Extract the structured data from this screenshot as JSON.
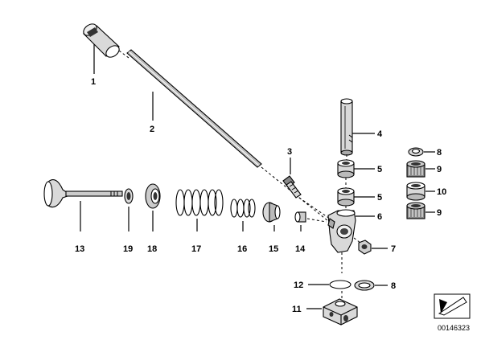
{
  "diagram": {
    "callouts": [
      "1",
      "2",
      "3",
      "4",
      "5",
      "5",
      "6",
      "7",
      "8",
      "9",
      "10",
      "9",
      "8",
      "11",
      "12",
      "13",
      "14",
      "15",
      "16",
      "17",
      "18",
      "19"
    ],
    "drawing_number": "00146323"
  },
  "colors": {
    "line": "#000000",
    "fill_light": "#ffffff",
    "fill_mid": "#d9d9d9",
    "fill_dark": "#555555"
  }
}
